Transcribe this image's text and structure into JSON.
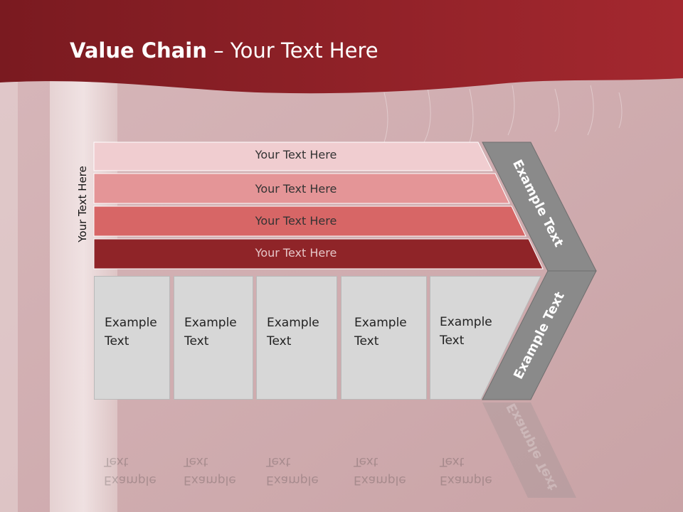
{
  "slide": {
    "title_bold": "Value Chain",
    "title_rest": " – Your Text Here",
    "vertical_label": "Your Text Here"
  },
  "rows": [
    {
      "label": "Your Text Here",
      "fill": "#f0cdd0",
      "text_color": "#333333"
    },
    {
      "label": "Your Text Here",
      "fill": "#e49597",
      "text_color": "#333333"
    },
    {
      "label": "Your Text Here",
      "fill": "#d76666",
      "text_color": "#333333"
    },
    {
      "label": "Your Text Here",
      "fill": "#8f2428",
      "text_color": "#e6c6c8"
    }
  ],
  "boxes": [
    {
      "label": "Example\nText"
    },
    {
      "label": "Example\nText"
    },
    {
      "label": "Example\nText"
    },
    {
      "label": "Example\nText"
    },
    {
      "label": "Example\nText"
    }
  ],
  "chevron": {
    "upper_label": "Example Text",
    "lower_label": "Example Text",
    "fill": "#8a8a8a"
  },
  "colors": {
    "header": "#8b1f26",
    "background": "#d2aeb2"
  }
}
